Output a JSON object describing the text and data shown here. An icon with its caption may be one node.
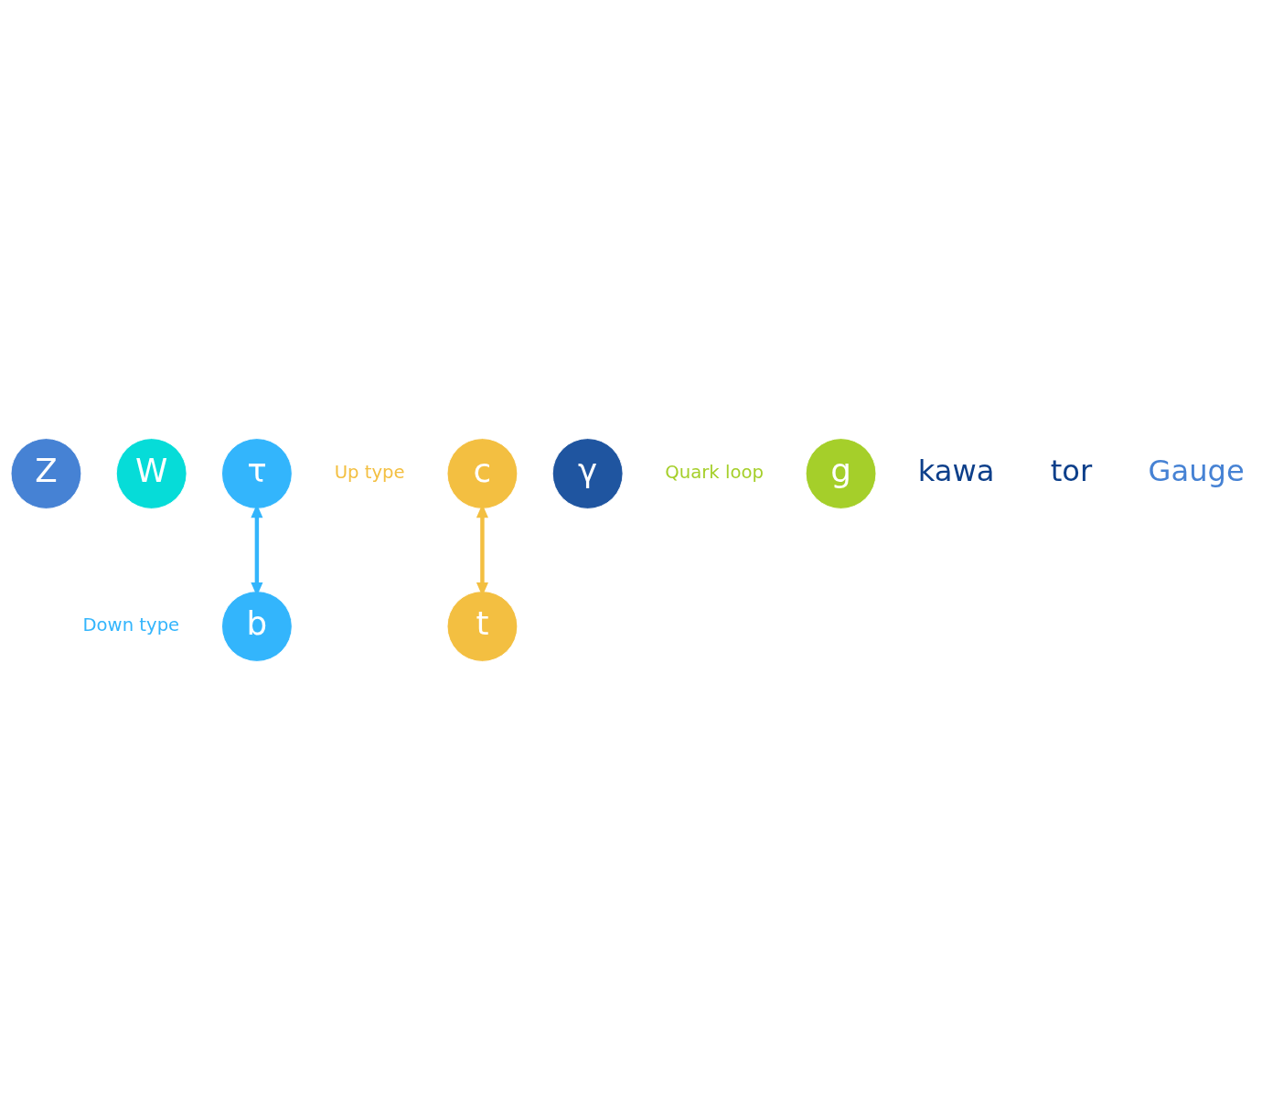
{
  "diagram": {
    "nodes": [
      {
        "text": [
          "Z"
        ]
      },
      {
        "text": [
          "W"
        ]
      },
      {
        "text": [
          "τ"
        ]
      },
      {
        "text": [
          "c"
        ],
        "beside": [
          "Up type"
        ]
      },
      {
        "text": [
          "γ"
        ]
      },
      {
        "text": [
          "t"
        ]
      },
      {
        "text": [
          "b"
        ],
        "beside": [
          "Down type"
        ]
      },
      {
        "text": [
          "g"
        ],
        "beside": [
          "Quark loop"
        ]
      }
    ],
    "edges": [
      {
        "from": 2,
        "to": 6,
        "arrow": "both",
        "color": "#33b5fc"
      },
      {
        "from": 3,
        "to": 5,
        "arrow": "both",
        "color": "#f3bf41"
      }
    ],
    "labels": [
      "kawa",
      "tor",
      "Gauge"
    ]
  }
}
